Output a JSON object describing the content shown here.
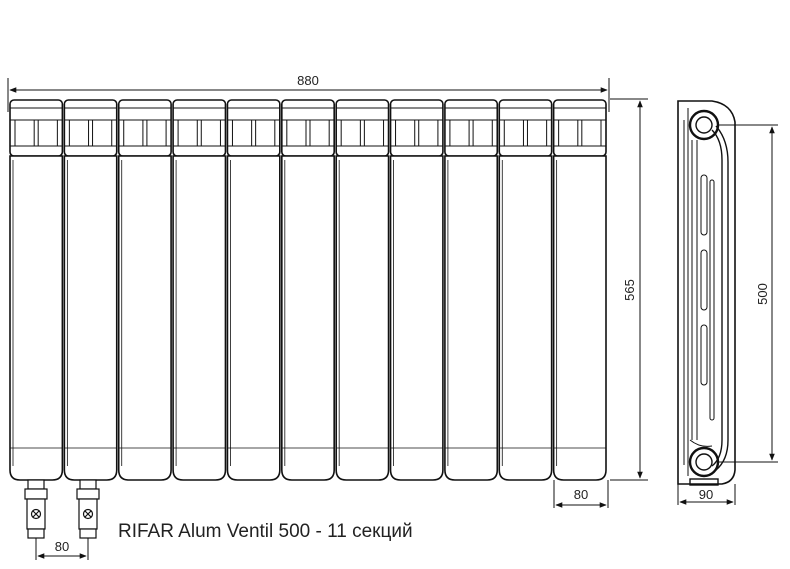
{
  "caption": "RIFAR Alum Ventil 500 - 11 секций",
  "dimensions": {
    "total_width": "880",
    "total_height": "565",
    "axis_distance": "500",
    "section_width": "80",
    "connection_spacing": "80",
    "depth": "90"
  },
  "sections": 11,
  "colors": {
    "line": "#111111",
    "background": "#ffffff"
  }
}
